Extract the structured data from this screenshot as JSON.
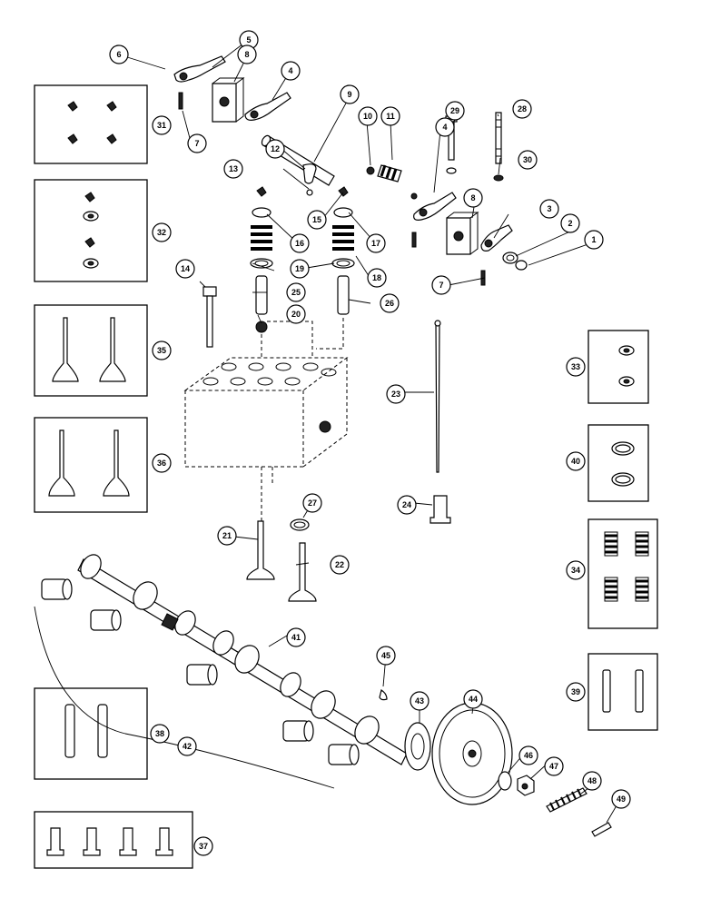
{
  "callouts": [
    "1",
    "2",
    "3",
    "4",
    "5",
    "6",
    "7",
    "8",
    "9",
    "10",
    "11",
    "12",
    "13",
    "14",
    "15",
    "16",
    "17",
    "18",
    "19",
    "20",
    "21",
    "22",
    "23",
    "24",
    "25",
    "26",
    "27",
    "28",
    "29",
    "30",
    "31",
    "32",
    "33",
    "34",
    "35",
    "36",
    "37",
    "38",
    "39",
    "40",
    "41",
    "42",
    "43",
    "44",
    "45",
    "46",
    "47",
    "48",
    "49"
  ]
}
